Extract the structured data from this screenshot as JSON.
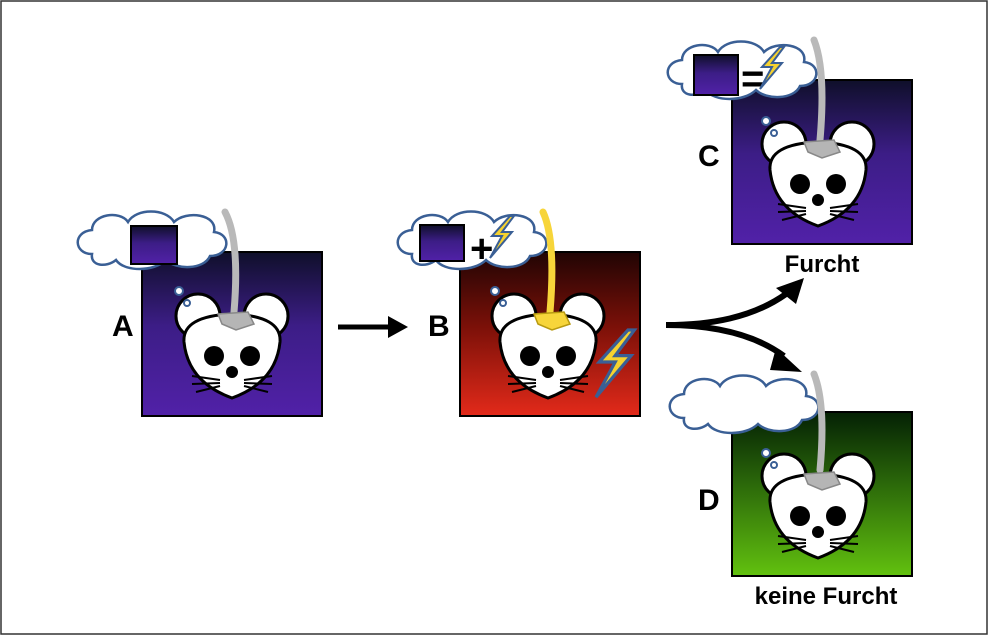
{
  "panels": {
    "a": {
      "letter": "A"
    },
    "b": {
      "letter": "B",
      "operator": "+"
    },
    "c": {
      "letter": "C",
      "operator": "=",
      "caption": "Furcht"
    },
    "d": {
      "letter": "D",
      "caption": "keine Furcht"
    }
  },
  "colors": {
    "purple_top": "#0f0f2a",
    "purple_bottom": "#5121a8",
    "red_top": "#200404",
    "red_bottom": "#e32a1a",
    "green_top": "#042004",
    "green_bottom": "#62c10f",
    "thought_outline": "#3a5f95",
    "fiber_gray": "#b9b9b9",
    "fiber_yellow": "#f7d53a",
    "implant_gray": "#b5b5b5",
    "implant_yellow": "#f7d53a",
    "bolt_fill": "#f6d22f",
    "bolt_stroke": "#3a5f95"
  }
}
